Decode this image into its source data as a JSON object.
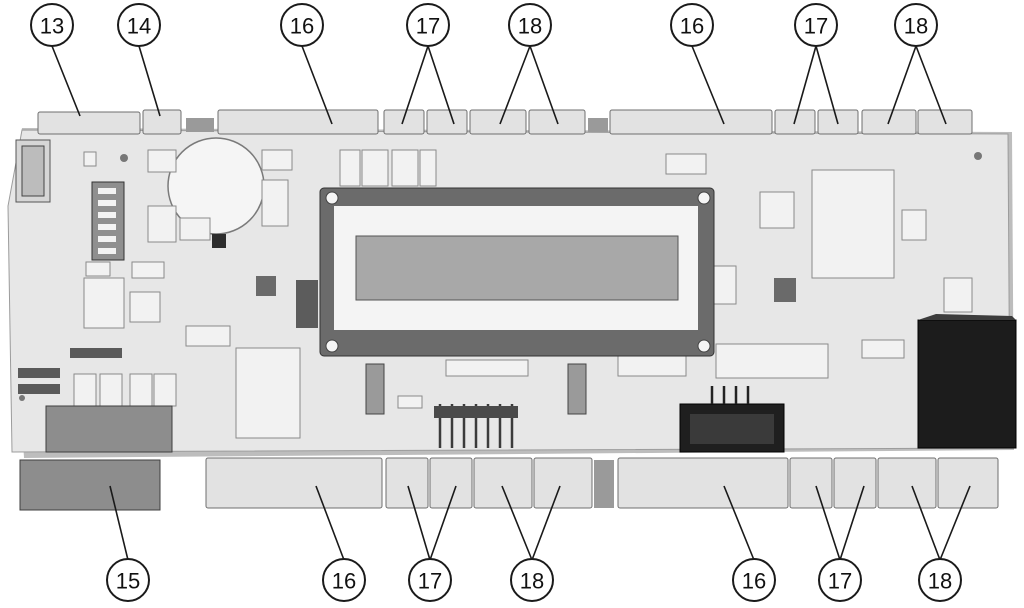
{
  "figure": {
    "colors": {
      "board": "#e7e7e7",
      "board_edge": "#cfcfcf",
      "board_side": "#bdbdbd",
      "terminal": "#e2e2e2",
      "terminal_dark": "#9a9a9a",
      "lcd_frame": "#6b6b6b",
      "lcd_window": "#a8a8a8",
      "lcd_bezel": "#f4f4f4",
      "relay_dark": "#1c1c1c",
      "component": "#f2f2f2"
    },
    "callouts_top": [
      {
        "label": "13"
      },
      {
        "label": "14"
      },
      {
        "label": "16"
      },
      {
        "label": "17"
      },
      {
        "label": "18"
      },
      {
        "label": "16"
      },
      {
        "label": "17"
      },
      {
        "label": "18"
      }
    ],
    "callouts_bottom": [
      {
        "label": "15"
      },
      {
        "label": "16"
      },
      {
        "label": "17"
      },
      {
        "label": "18"
      },
      {
        "label": "16"
      },
      {
        "label": "17"
      },
      {
        "label": "18"
      }
    ]
  }
}
